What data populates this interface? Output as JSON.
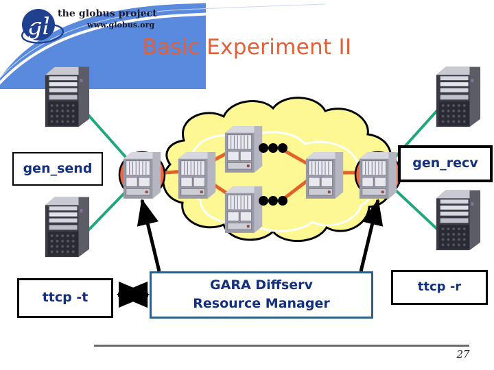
{
  "slide": {
    "title": "Basic Experiment II",
    "page_number": "27",
    "title_color": "#e0603a"
  },
  "logo": {
    "name": "globus-project-logo",
    "mark_letter": "gl",
    "title_text": "the globus project",
    "url_text": "www.globus.org",
    "mark_color": "#1f3f8f",
    "corner_color": "#5a8ade"
  },
  "labels": {
    "gen_send": "gen_send",
    "gen_recv": "gen_recv",
    "ttcp_t": "ttcp -t",
    "ttcp_r": "ttcp -r",
    "gara_line1": "GARA Diffserv",
    "gara_line2": "Resource Manager"
  },
  "diagram": {
    "cloud_label": "network-cloud",
    "cloud_fill": "#fdf894",
    "cloud_stroke": "#000000",
    "link_color": "#e2622b",
    "edge_router_highlight": "#f4643c",
    "host_cable_color": "#21a878",
    "arrow_color": "#000000",
    "hosts": [
      {
        "name": "host-top-left",
        "label": ""
      },
      {
        "name": "host-bottom-left",
        "label": ""
      },
      {
        "name": "host-top-right",
        "label": ""
      },
      {
        "name": "host-bottom-right",
        "label": ""
      }
    ],
    "routers": [
      {
        "name": "edge-router-left",
        "highlighted": true
      },
      {
        "name": "core-router-left",
        "highlighted": false
      },
      {
        "name": "core-router-top",
        "highlighted": false
      },
      {
        "name": "core-router-bottom",
        "highlighted": false
      },
      {
        "name": "core-router-right",
        "highlighted": false
      },
      {
        "name": "edge-router-right",
        "highlighted": true
      }
    ],
    "ellipses": [
      {
        "name": "ellipsis-upper-path",
        "dots": 3
      },
      {
        "name": "ellipsis-lower-path",
        "dots": 3
      }
    ]
  }
}
